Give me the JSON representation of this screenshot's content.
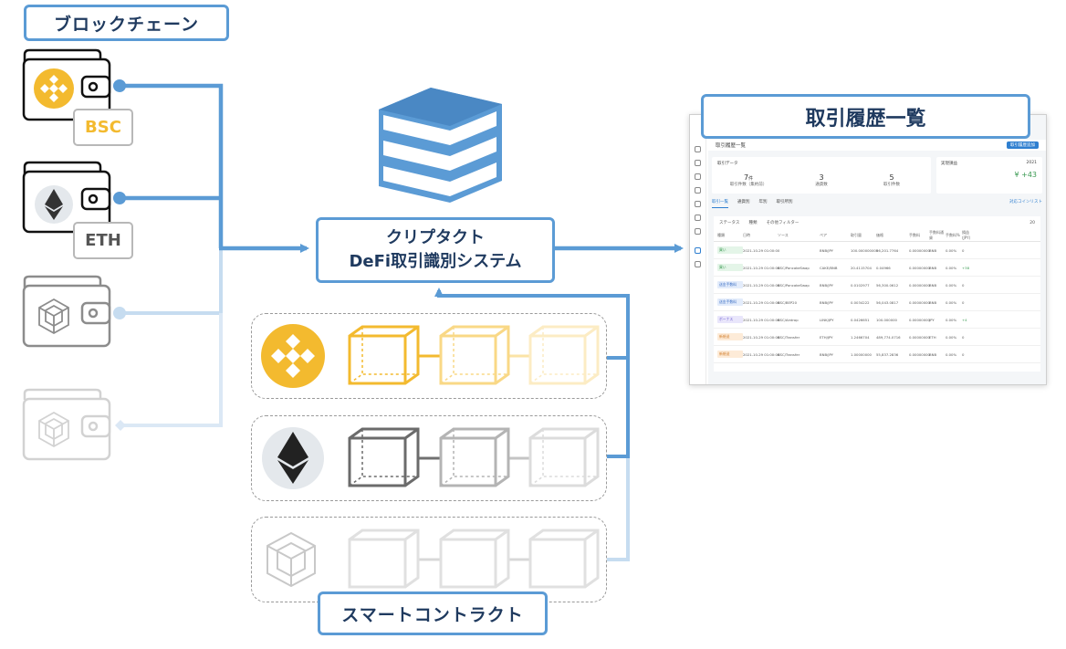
{
  "labels": {
    "blockchain": "ブロックチェーン",
    "system_line1": "クリプタクト",
    "system_line2": "DeFi取引識別システム",
    "history": "取引履歴一覧",
    "smart_contract": "スマートコントラクト"
  },
  "wallets": [
    {
      "chain": "BSC",
      "color": "#f3ba2f"
    },
    {
      "chain": "ETH",
      "color": "#555555"
    }
  ],
  "colors": {
    "accent": "#5b9bd5",
    "accent_light": "#c6dcf0",
    "dark_text": "#1f3a5f",
    "bnb_yellow": "#f3ba2f",
    "eth_gray": "#555555"
  },
  "screenshot": {
    "breadcrumb": "取引履歴一覧",
    "add_button": "取引履歴追加",
    "summary_title": "取引データ",
    "summary": [
      {
        "value": "7",
        "unit": "件",
        "label": "取引件数（集約前）"
      },
      {
        "value": "3",
        "unit": "",
        "label": "通貨数"
      },
      {
        "value": "5",
        "unit": "",
        "label": "取引件数"
      }
    ],
    "pnl_title": "実現損益",
    "pnl_year": "2021",
    "pnl_value": "¥ +43",
    "tabs": [
      "取引一覧",
      "通貨別",
      "年別",
      "取引所別"
    ],
    "tab_right": "対応コインリスト",
    "filters": [
      "ステータス",
      "種類",
      "その他フィルター"
    ],
    "per_page": "20",
    "columns": [
      "種類",
      "日時",
      "ソース",
      "ペア",
      "取引量",
      "価格",
      "手数料",
      "手数料通貨",
      "手数料%",
      "損益(JPY)"
    ],
    "rows": [
      {
        "type": "買い",
        "tag": "t-buy",
        "date": "2021-10-29 01:00:00",
        "source": "",
        "pair": "BNB/JPY",
        "amount": "100.000000000",
        "price": "56,201.7764",
        "fee": "0.00000000",
        "fee_ccy": "BNB",
        "fee_pct": "0.00%",
        "pnl": "0"
      },
      {
        "type": "買い",
        "tag": "t-buy",
        "date": "2021-10-29 01:00:00",
        "source": "BSC/PancakeSwap",
        "pair": "CAKE/BNB",
        "amount": "20.4115704",
        "price": "0.04966",
        "fee": "0.00000000",
        "fee_ccy": "BNB",
        "fee_pct": "0.00%",
        "pnl": "+38"
      },
      {
        "type": "送金手数料",
        "tag": "t-fee",
        "date": "2021-10-29 01:00:00",
        "source": "BSC/PancakeSwap",
        "pair": "BNB/JPY",
        "amount": "0.0102977",
        "price": "56,300.0612",
        "fee": "0.00000000",
        "fee_ccy": "BNB",
        "fee_pct": "0.00%",
        "pnl": "0"
      },
      {
        "type": "送金手数料",
        "tag": "t-fee",
        "date": "2021-10-29 01:00:00",
        "source": "BSC/BEP20",
        "pair": "BNB/JPY",
        "amount": "0.0034222",
        "price": "56,043.0817",
        "fee": "0.00000000",
        "fee_ccy": "BNB",
        "fee_pct": "0.00%",
        "pnl": "0"
      },
      {
        "type": "ボーナス",
        "tag": "t-bonus",
        "date": "2021-10-29 01:00:00",
        "source": "BSC/Airdrop",
        "pair": "LINK/JPY",
        "amount": "0.0426651",
        "price": "100.000000",
        "fee": "0.00000000",
        "fee_ccy": "JPY",
        "fee_pct": "0.00%",
        "pnl": "+4"
      },
      {
        "type": "新規送",
        "tag": "t-new",
        "date": "2021-10-29 01:00:00",
        "source": "BSC/Transfer",
        "pair": "ETH/JPY",
        "amount": "1.2466704",
        "price": "489,774.0716",
        "fee": "0.00000000",
        "fee_ccy": "ETH",
        "fee_pct": "0.00%",
        "pnl": "0"
      },
      {
        "type": "新規送",
        "tag": "t-new",
        "date": "2021-10-29 01:00:00",
        "source": "BSC/Transfer",
        "pair": "BNB/JPY",
        "amount": "1.00000000",
        "price": "55,837.2836",
        "fee": "0.00000000",
        "fee_ccy": "BNB",
        "fee_pct": "0.00%",
        "pnl": "0"
      }
    ]
  }
}
